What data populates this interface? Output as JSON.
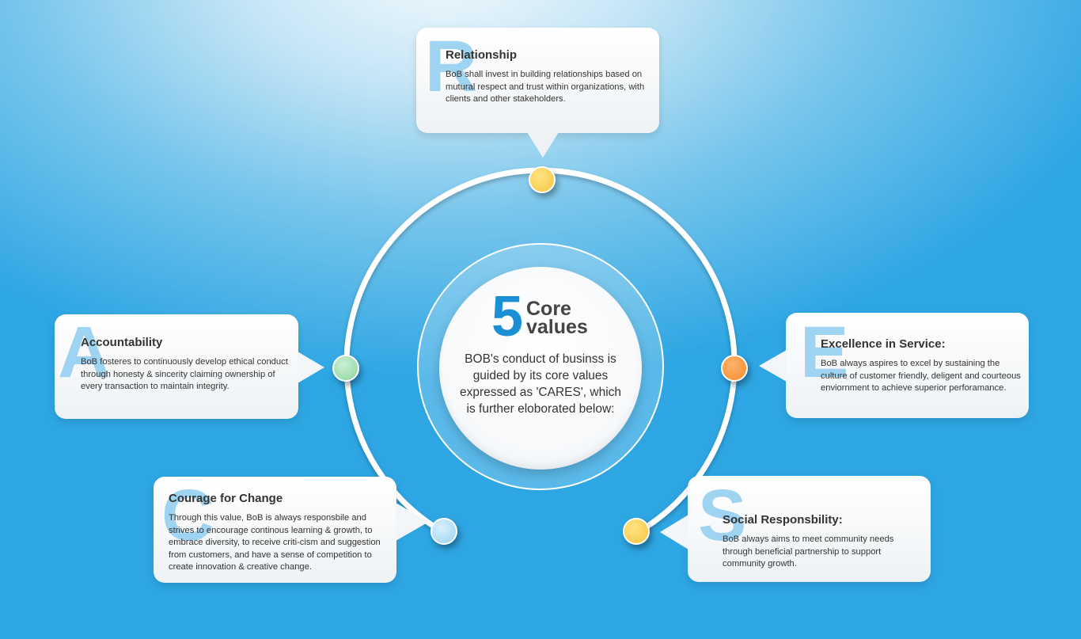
{
  "center": {
    "number": "5",
    "word1": "Core",
    "word2": "values",
    "body": "BOB's conduct of businss is guided by its core values expressed as 'CARES', which is further eloborated below:"
  },
  "cards": {
    "relationship": {
      "letter": "R",
      "title": "Relationship",
      "text": "BoB shall invest in building relationships based on mutural respect and trust within organizations, with clients and other stakeholders."
    },
    "accountability": {
      "letter": "A",
      "title": "Accountability",
      "text": "BoB fosteres to continuously develop ethical conduct through honesty & sincerity claiming ownership of every transaction to maintain integrity."
    },
    "excellence": {
      "letter": "E",
      "title": "Excellence in Service:",
      "text": "BoB always aspires to excel by sustaining the culture of customer friendly, deligent and courteous enviornment to achieve superior perforamance."
    },
    "courage": {
      "letter": "C",
      "title": "Courage for Change",
      "text": "Through this value, BoB is always responsbile and strives to encourage continous learning & growth, to embrace diversity, to receive criti-cism and suggestion from customers, and have a sense of competition to create innovation & creative change."
    },
    "social": {
      "letter": "S",
      "title": "Social Responsbility:",
      "text": "BoB always aims to meet community needs through beneficial partnership to support community growth."
    }
  },
  "colors": {
    "yellow_dot": "#f5c542",
    "green_dot": "#8ed3a0",
    "orange_dot": "#f58a2a",
    "blue_dot": "#9bd2f2",
    "accent": "#1a8fd6",
    "letter": "#8fcdf0"
  }
}
